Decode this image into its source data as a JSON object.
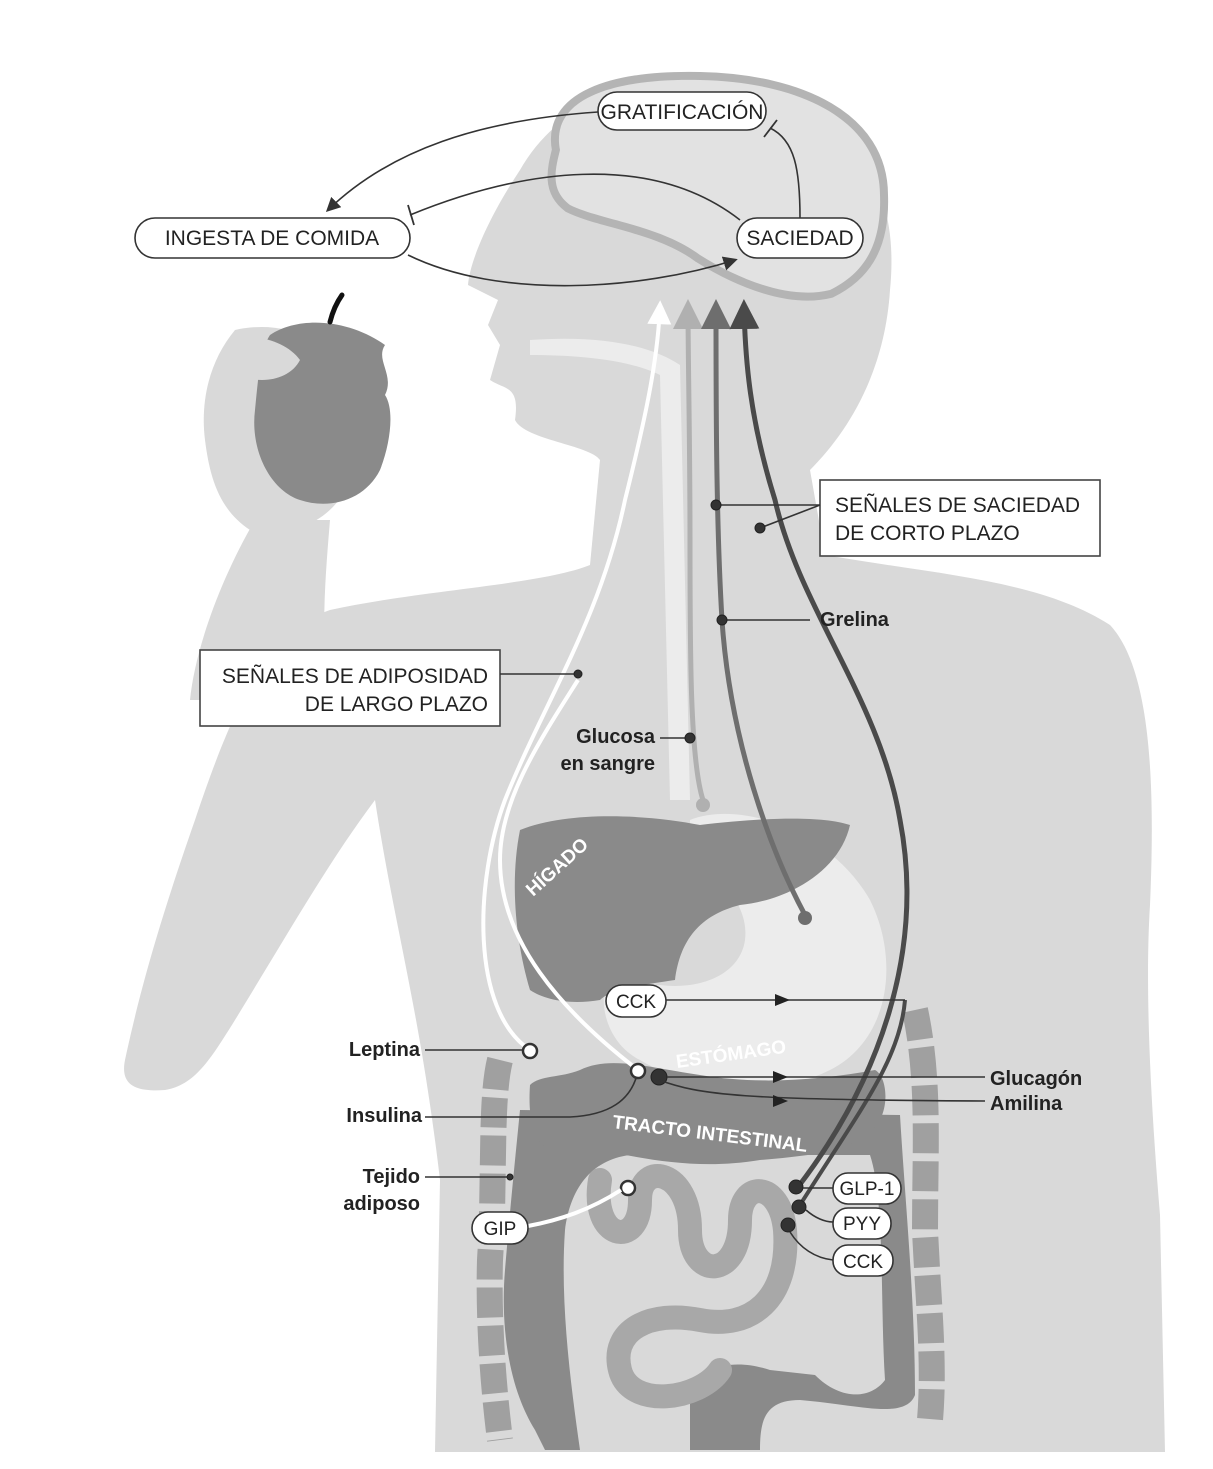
{
  "colors": {
    "body": "#d9d9d9",
    "organ_dark": "#8a8a8a",
    "organ_mid": "#a8a8a8",
    "stomach_light": "#ececec",
    "brain_ring": "#b4b4b4",
    "path_white": "#ffffff",
    "path_dark": "#555555"
  },
  "icons": [
    "apple-icon",
    "hand-icon"
  ],
  "brain": {
    "gratificacion": "GRATIFICACIÓN",
    "saciedad": "SACIEDAD"
  },
  "ingesta": "INGESTA DE COMIDA",
  "short_term_box": {
    "line1": "SEÑALES DE SACIEDAD",
    "line2": "DE CORTO PLAZO"
  },
  "long_term_box": {
    "line1": "SEÑALES DE ADIPOSIDAD",
    "line2": "DE LARGO PLAZO"
  },
  "labels": {
    "grelina": "Grelina",
    "glucosa_1": "Glucosa",
    "glucosa_2": "en sangre",
    "leptina": "Leptina",
    "insulina": "Insulina",
    "tejido_1": "Tejido",
    "tejido_2": "adiposo",
    "glucagon": "Glucagón",
    "amilina": "Amilina"
  },
  "organs": {
    "higado": "HÍGADO",
    "estomago": "ESTÓMAGO",
    "tracto": "TRACTO INTESTINAL"
  },
  "hormones": {
    "cck_top": "CCK",
    "gip": "GIP",
    "glp1": "GLP-1",
    "pyy": "PYY",
    "cck_bottom": "CCK"
  }
}
